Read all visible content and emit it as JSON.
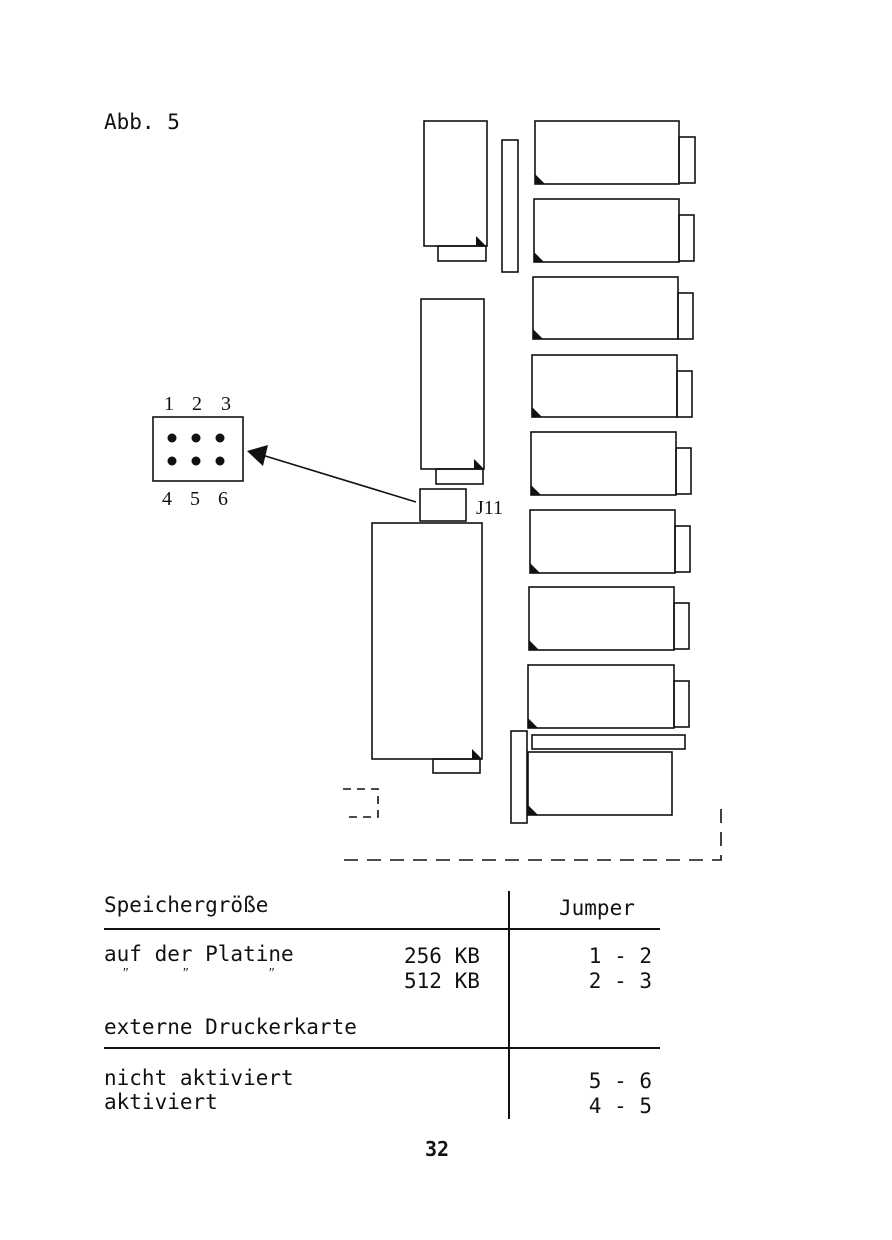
{
  "figure": {
    "caption": "Abb. 5",
    "jumper_pins_top": [
      "1",
      "2",
      "3"
    ],
    "jumper_pins_bottom": [
      "4",
      "5",
      "6"
    ],
    "jumper_label": "J11"
  },
  "table": {
    "header_left": "Speichergröße",
    "header_right": "Jumper",
    "section1_title": "auf der Platine",
    "section1_ditto": [
      "\"",
      "\"",
      "\""
    ],
    "section1_rows": [
      {
        "size": "256 KB",
        "jumper": "1 - 2"
      },
      {
        "size": "512 KB",
        "jumper": "2 - 3"
      }
    ],
    "section2_title": "externe Druckerkarte",
    "section2_rows": [
      {
        "label": "nicht aktiviert",
        "jumper": "5 - 6"
      },
      {
        "label": "aktiviert",
        "jumper": "4 - 5"
      }
    ]
  },
  "page_number": "32"
}
